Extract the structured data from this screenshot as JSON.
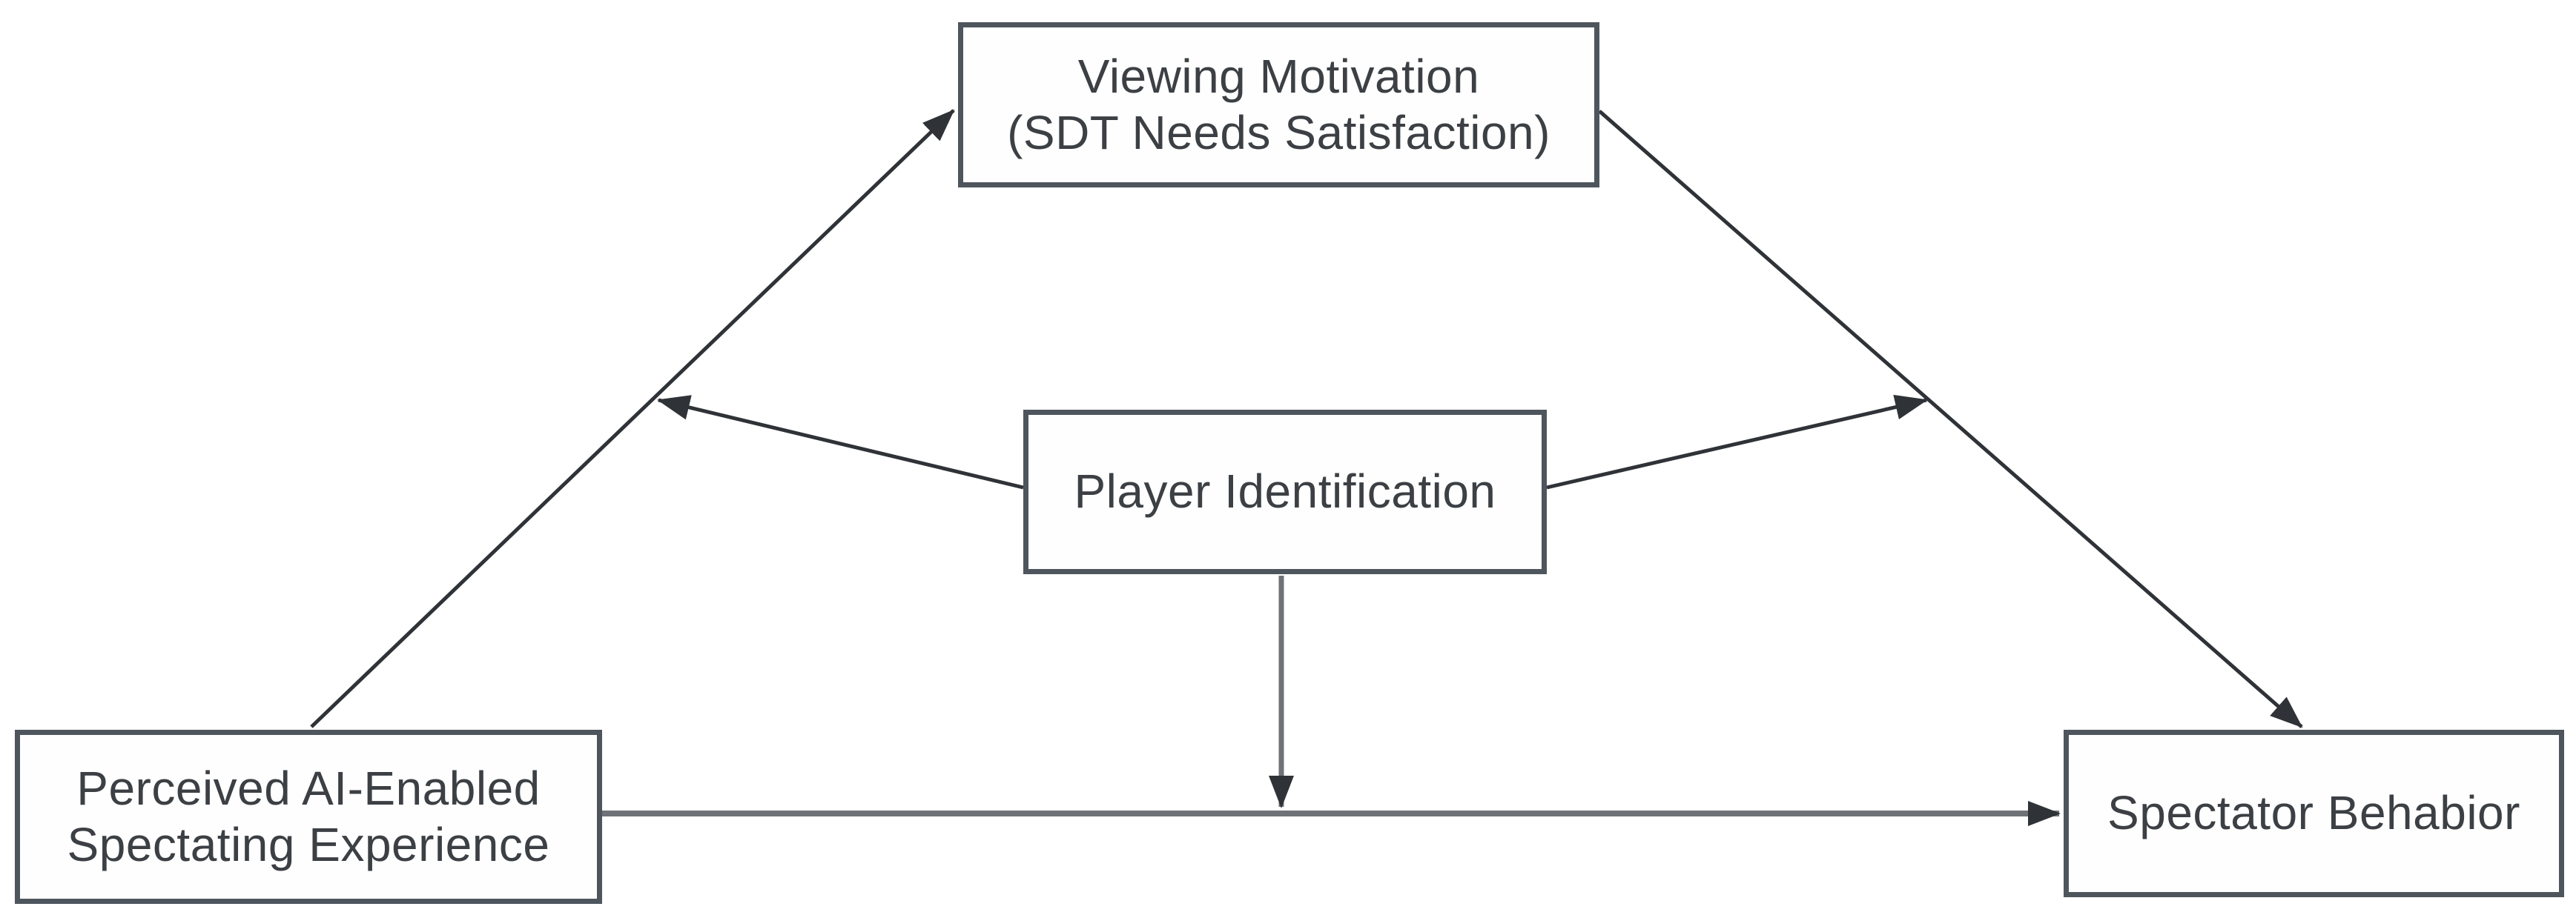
{
  "diagram": {
    "description": "Conceptual research model: perceived AI-enabled spectating experience predicts spectator behavior directly and via viewing motivation, with player identification moderating each path",
    "colors": {
      "background": "#ffffff",
      "border": "#4e555d",
      "line_dark": "#2f3338",
      "line_gray": "#6f7377",
      "text": "#3c4044"
    },
    "nodes": [
      {
        "id": "viewing-motivation",
        "lines": [
          "Viewing Motivation",
          "(SDT Needs Satisfaction)"
        ]
      },
      {
        "id": "player-identification",
        "lines": [
          "Player Identification"
        ]
      },
      {
        "id": "perceived-experience",
        "lines": [
          "Perceived AI-Enabled",
          "Spectating Experience"
        ]
      },
      {
        "id": "spectator-behavior",
        "lines": [
          "Spectator Behabior"
        ]
      }
    ],
    "edges": [
      {
        "from": "perceived-experience",
        "to": "viewing-motivation",
        "type": "direct"
      },
      {
        "from": "viewing-motivation",
        "to": "spectator-behavior",
        "type": "direct"
      },
      {
        "from": "perceived-experience",
        "to": "spectator-behavior",
        "type": "direct"
      },
      {
        "from": "player-identification",
        "to": "path perceived-experience to viewing-motivation",
        "type": "moderation"
      },
      {
        "from": "player-identification",
        "to": "path viewing-motivation to spectator-behavior",
        "type": "moderation"
      },
      {
        "from": "player-identification",
        "to": "path perceived-experience to spectator-behavior",
        "type": "moderation"
      }
    ]
  }
}
